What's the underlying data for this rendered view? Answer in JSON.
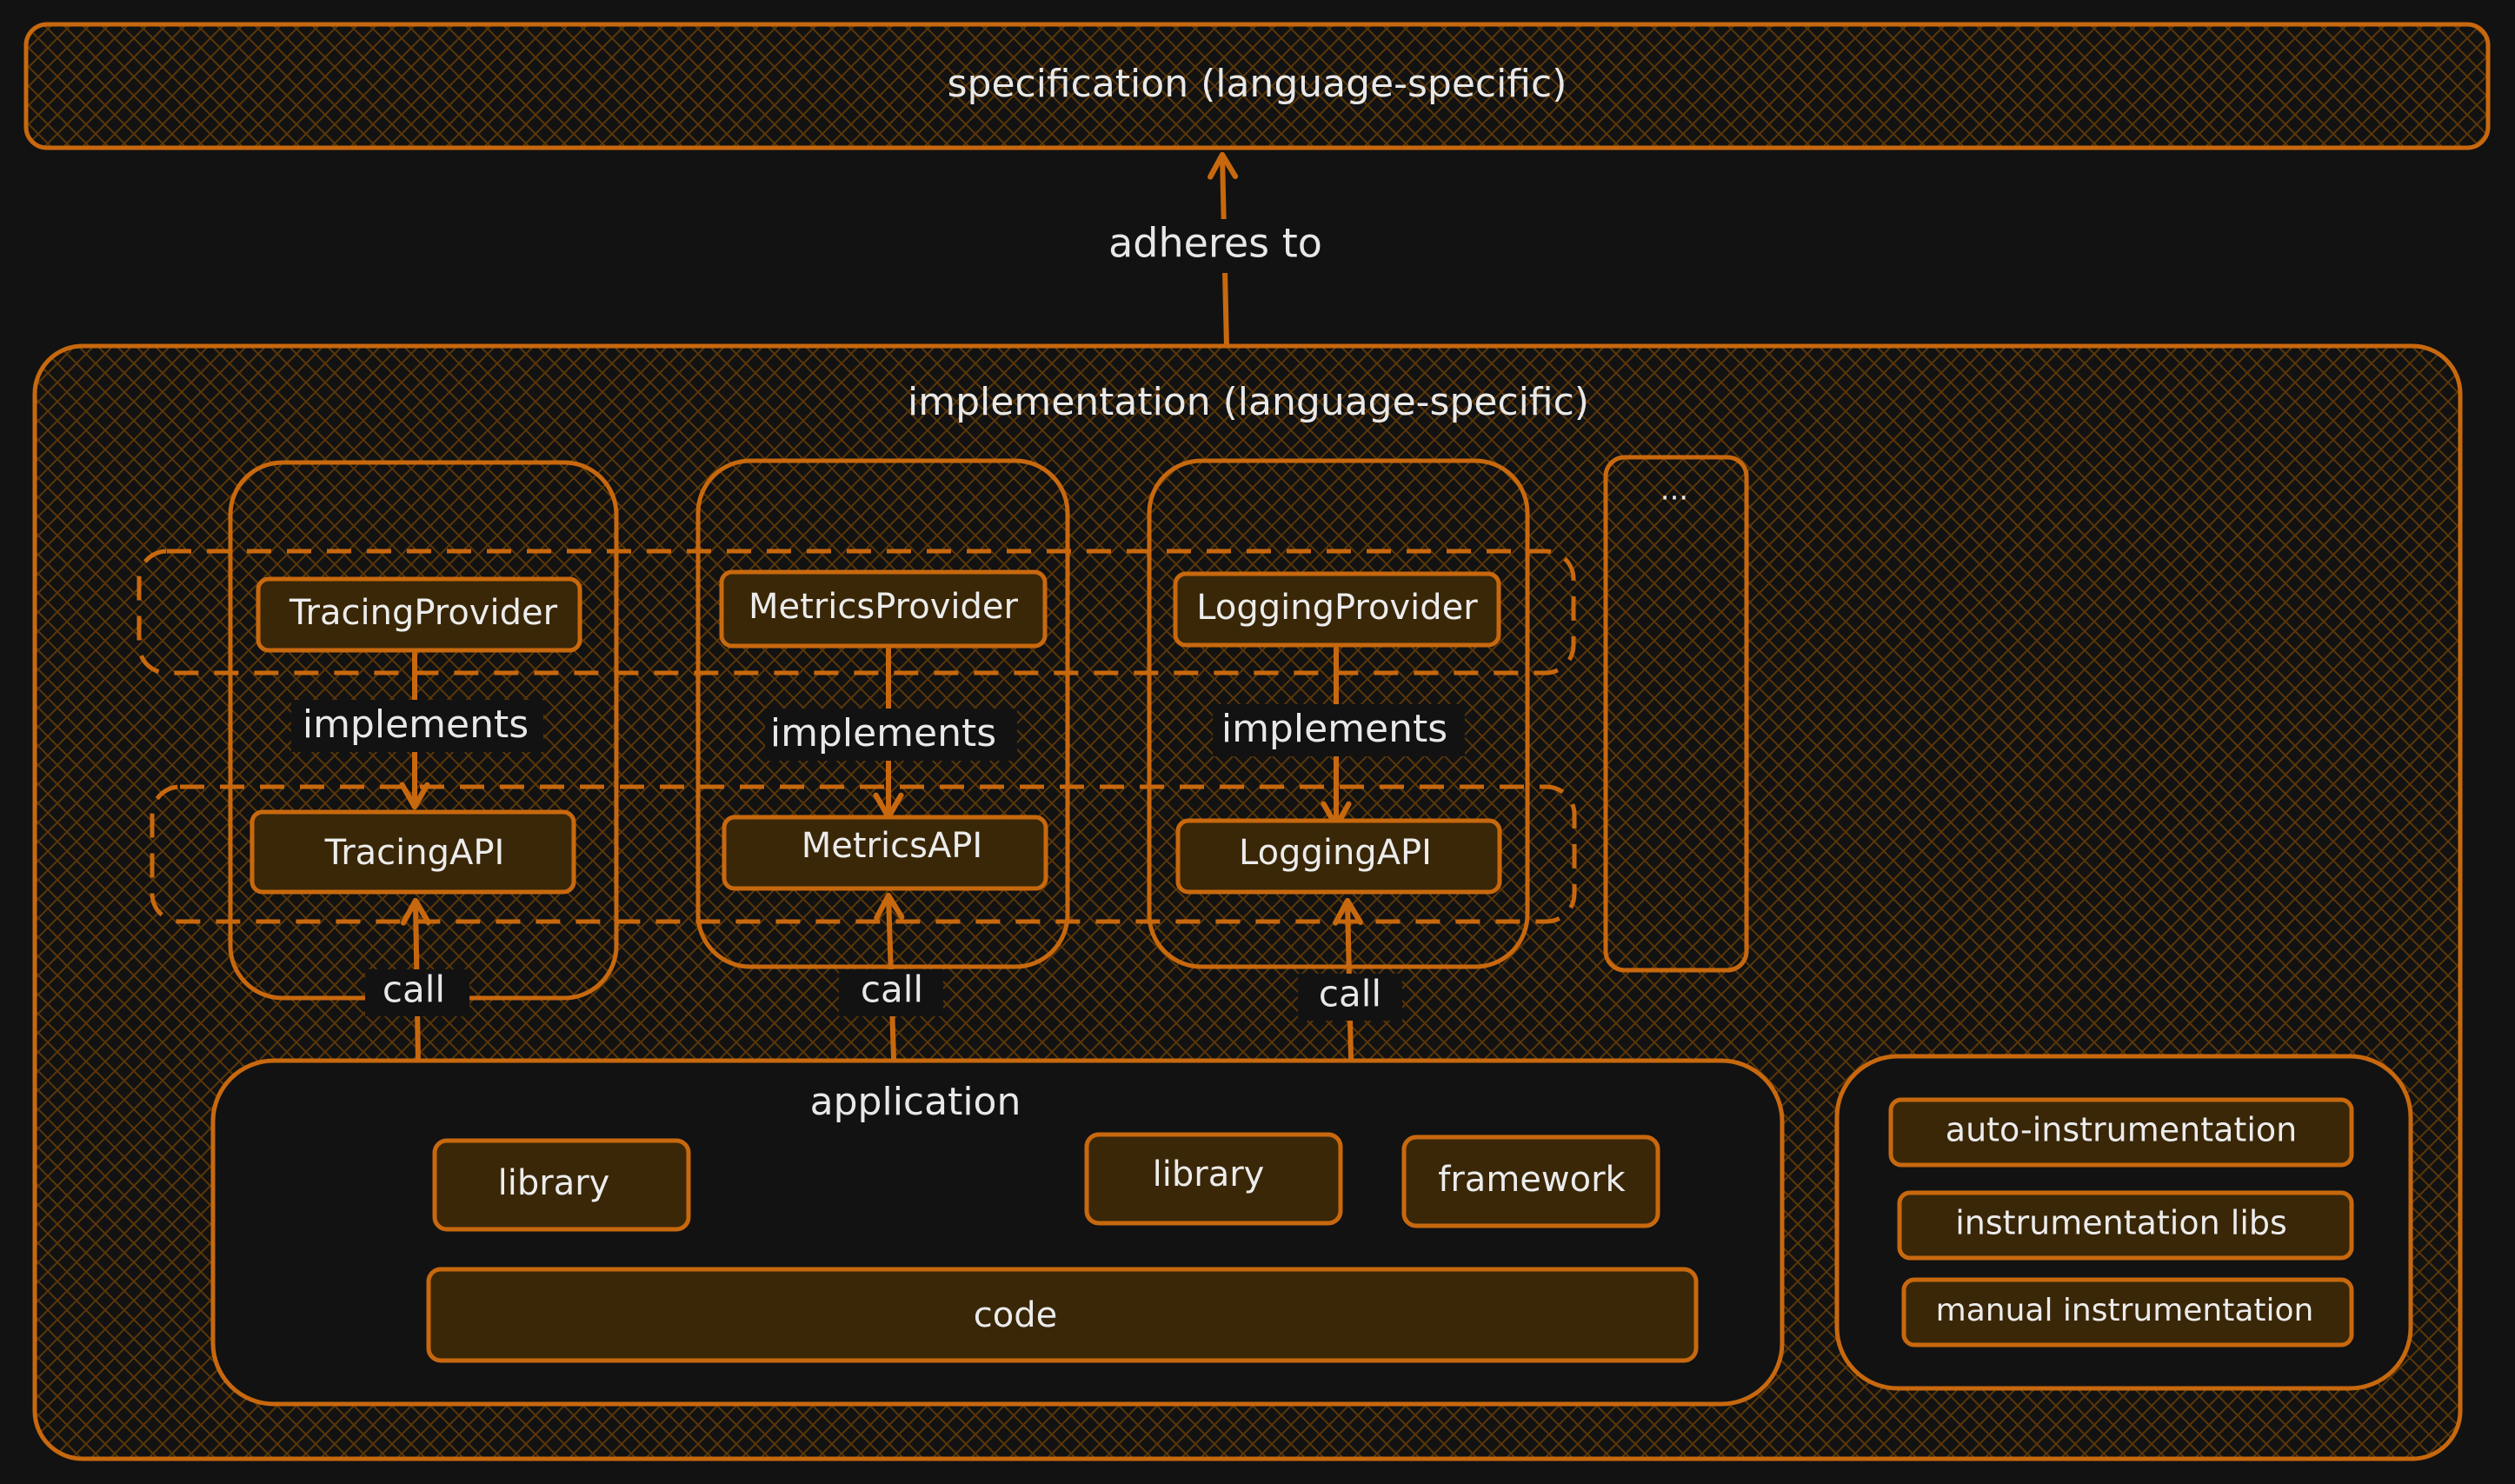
{
  "colors": {
    "background": "#121212",
    "stroke": "#c8680e",
    "box_fill": "#3a2708",
    "text": "#e8e8e8"
  },
  "specification": {
    "label": "specification (language-specific)"
  },
  "adheres_label": "adheres to",
  "implementation": {
    "label": "implementation (language-specific)"
  },
  "pillars": {
    "tracing": {
      "provider": "TracingProvider",
      "implements": "implements",
      "api": "TracingAPI",
      "call": "call"
    },
    "metrics": {
      "provider": "MetricsProvider",
      "implements": "implements",
      "api": "MetricsAPI",
      "call": "call"
    },
    "logging": {
      "provider": "LoggingProvider",
      "implements": "implements",
      "api": "LoggingAPI",
      "call": "call"
    },
    "more": {
      "label": "..."
    }
  },
  "application": {
    "label": "application",
    "library_1": "library",
    "library_2": "library",
    "framework": "framework",
    "code": "code"
  },
  "instrumentation": {
    "auto": "auto-instrumentation",
    "libs": "instrumentation libs",
    "manual": "manual instrumentation"
  }
}
